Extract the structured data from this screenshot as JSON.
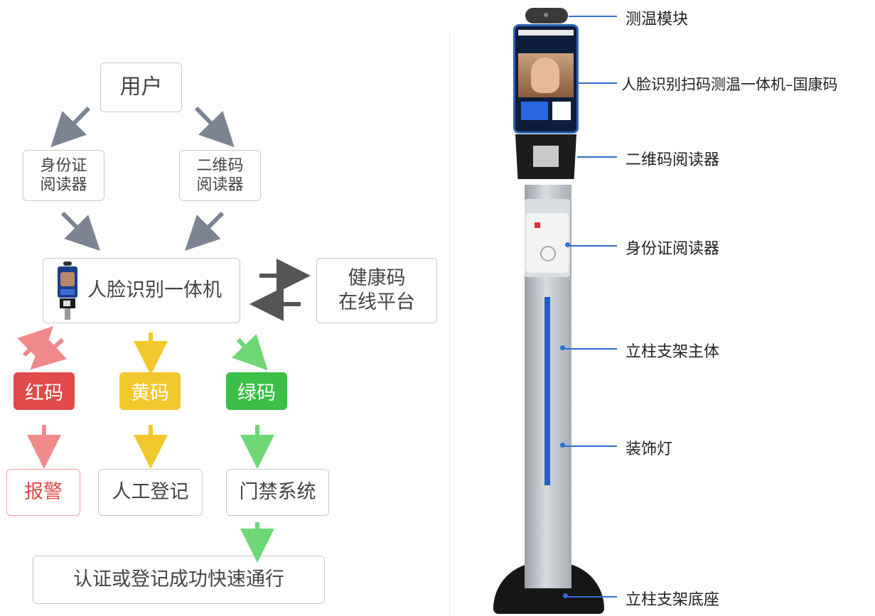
{
  "flow": {
    "user": "用户",
    "id_reader": [
      "身份证",
      "阅读器"
    ],
    "qr_reader": [
      "二维码",
      "阅读器"
    ],
    "face_machine": "人脸识别一体机",
    "health_platform": [
      "健康码",
      "在线平台"
    ],
    "red_code": "红码",
    "yellow_code": "黄码",
    "green_code": "绿码",
    "alarm": "报警",
    "manual_register": "人工登记",
    "access_system": "门禁系统",
    "pass": "认证或登记成功快速通行"
  },
  "device_labels": {
    "temp_module": "测温模块",
    "face_scan_machine": "人脸识别扫码测温一体机–国康码",
    "qr_reader": "二维码阅读器",
    "id_reader": "身份证阅读器",
    "pillar_body": "立柱支架主体",
    "decor_light": "装饰灯",
    "pillar_base": "立柱支架底座"
  },
  "colors": {
    "red": "#e04a4a",
    "yellow": "#f2c82c",
    "green": "#3cbf47",
    "gray_arrow": "#7c8493",
    "blue_line": "#2f6fd6"
  }
}
